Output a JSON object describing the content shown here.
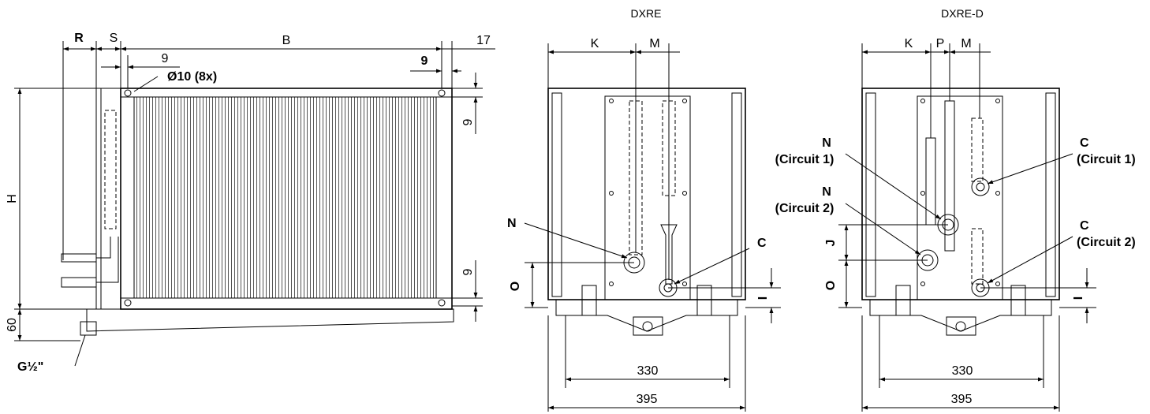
{
  "side_view": {
    "dim_r": "R",
    "dim_s": "S",
    "dim_b": "B",
    "dim_17": "17",
    "dim_9_top": "9",
    "dim_9_right_top": "9",
    "dim_9_vert_upper": "9",
    "dim_9_vert_lower": "9",
    "hole_note": "Ø10 (8x)",
    "dim_h": "H",
    "dim_60": "60",
    "drain": "G½\""
  },
  "dxre_view": {
    "title": "DXRE",
    "dim_k": "K",
    "dim_m": "M",
    "label_n": "N",
    "label_c": "C",
    "dim_o": "O",
    "dim_i": "I",
    "dim_330": "330",
    "dim_395": "395"
  },
  "dxre_d_view": {
    "title": "DXRE-D",
    "dim_k": "K",
    "dim_p": "P",
    "dim_m": "M",
    "n_label_1": "N",
    "n_circuit_1": "(Circuit 1)",
    "n_label_2": "N",
    "n_circuit_2": "(Circuit 2)",
    "c_label_1": "C",
    "c_circuit_1": "(Circuit 1)",
    "c_label_2": "C",
    "c_circuit_2": "(Circuit 2)",
    "dim_j": "J",
    "dim_o": "O",
    "dim_i": "I",
    "dim_330": "330",
    "dim_395": "395"
  }
}
